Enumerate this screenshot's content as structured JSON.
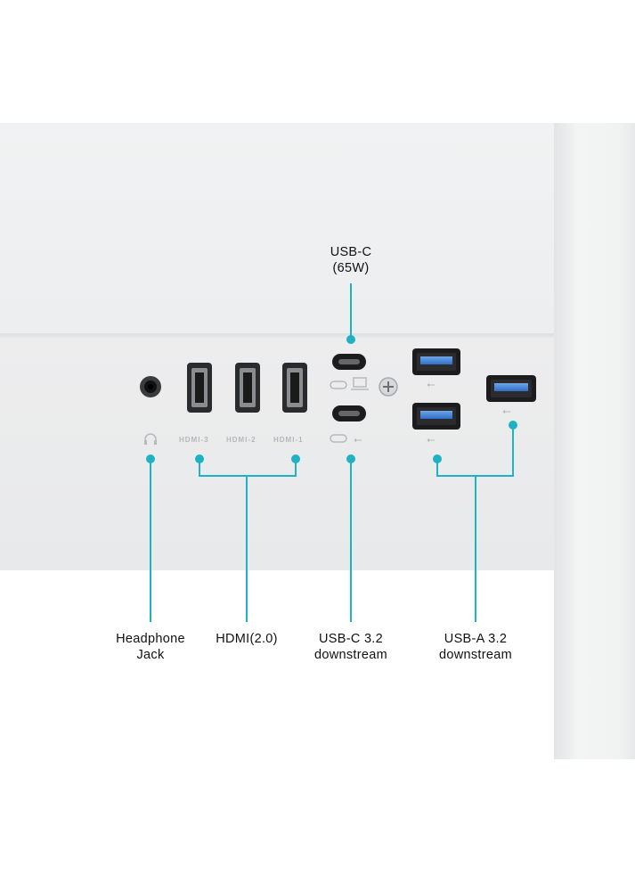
{
  "image": {
    "background": "#ffffff",
    "accent_color": "#1fb1c4"
  },
  "callouts": {
    "usb_c_power": {
      "line1": "USB-C",
      "line2": "(65W)"
    },
    "headphone": {
      "line1": "Headphone",
      "line2": "Jack"
    },
    "hdmi": {
      "line1": "HDMI(2.0)"
    },
    "usb_c_downstream": {
      "line1": "USB-C 3.2",
      "line2": "downstream"
    },
    "usb_a_downstream": {
      "line1": "USB-A 3.2",
      "line2": "downstream"
    }
  },
  "port_labels": {
    "hdmi_3": "HDMI-3",
    "hdmi_2": "HDMI-2",
    "hdmi_1": "HDMI-1"
  },
  "icons": {
    "headphone": "headphone-icon",
    "laptop": "laptop-icon",
    "usb": "usb-icon",
    "ground_screw": "screw-icon"
  }
}
